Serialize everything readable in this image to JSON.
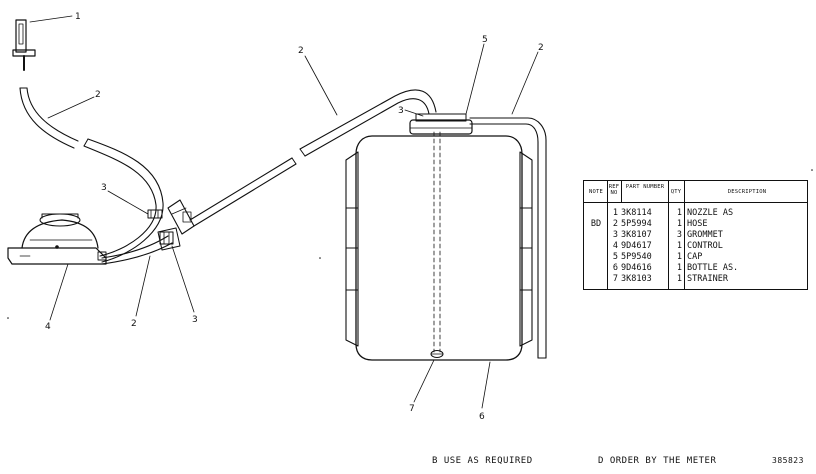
{
  "callouts": [
    "1",
    "2",
    "2",
    "3",
    "2",
    "5",
    "2",
    "3",
    "3",
    "4",
    "2",
    "7",
    "6"
  ],
  "table": {
    "headers": {
      "note": "NOTE",
      "ref_no": "REF NO",
      "part_number": "PART NUMBER",
      "qty": "QTY",
      "description": "DESCRIPTION"
    },
    "rows": [
      {
        "note": "",
        "ref": "1",
        "part": "3K8114",
        "qty": "1",
        "desc": "NOZZLE AS"
      },
      {
        "note": "BD",
        "ref": "2",
        "part": "5P5994",
        "qty": "1",
        "desc": "HOSE"
      },
      {
        "note": "",
        "ref": "3",
        "part": "3K8107",
        "qty": "3",
        "desc": "GROMMET"
      },
      {
        "note": "",
        "ref": "4",
        "part": "9D4617",
        "qty": "1",
        "desc": "CONTROL"
      },
      {
        "note": "",
        "ref": "5",
        "part": "5P9540",
        "qty": "1",
        "desc": "CAP"
      },
      {
        "note": "",
        "ref": "6",
        "part": "9D4616",
        "qty": "1",
        "desc": "BOTTLE AS."
      },
      {
        "note": "",
        "ref": "7",
        "part": "3K8103",
        "qty": "1",
        "desc": "STRAINER"
      }
    ]
  },
  "footer": {
    "note_b": "B   USE AS REQUIRED",
    "note_d": "D   ORDER BY THE METER",
    "illustration_id": "385823"
  }
}
